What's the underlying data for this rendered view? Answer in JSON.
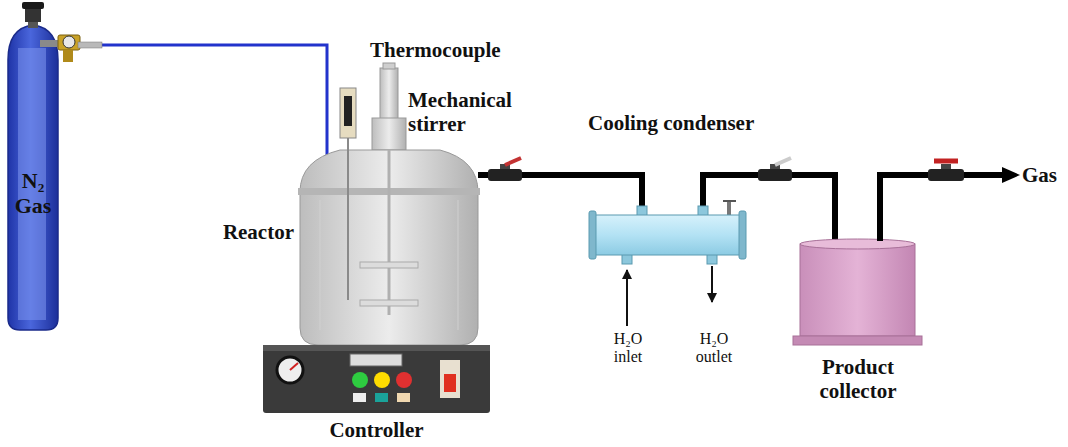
{
  "diagram": {
    "nodes": [
      {
        "text": [
          "N₂ Gas"
        ]
      },
      {
        "text": [
          "Reactor"
        ]
      },
      {
        "text": [
          "Cooling condenser"
        ]
      },
      {
        "text": [
          "Product collector"
        ]
      },
      {
        "text": [
          "Controller"
        ]
      }
    ],
    "edges": [
      {
        "from": 0,
        "to": 1,
        "arrow": "none"
      },
      {
        "from": 1,
        "to": 2,
        "arrow": "none"
      },
      {
        "from": 2,
        "to": 3,
        "arrow": "none"
      }
    ],
    "labels": [
      "Thermocouple",
      "Mechanical stirrer",
      "H₂O inlet",
      "H₂O outlet",
      "Gas"
    ]
  }
}
